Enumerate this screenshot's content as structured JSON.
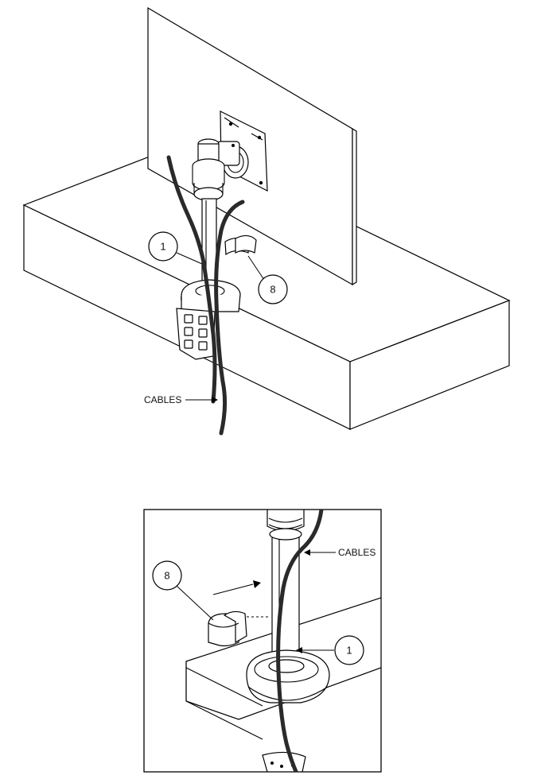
{
  "diagram": {
    "top": {
      "cables_label": "CABLES",
      "callout_pole": "1",
      "callout_clip": "8"
    },
    "detail": {
      "cables_label": "CABLES",
      "callout_pole": "1",
      "callout_clip": "8"
    }
  }
}
